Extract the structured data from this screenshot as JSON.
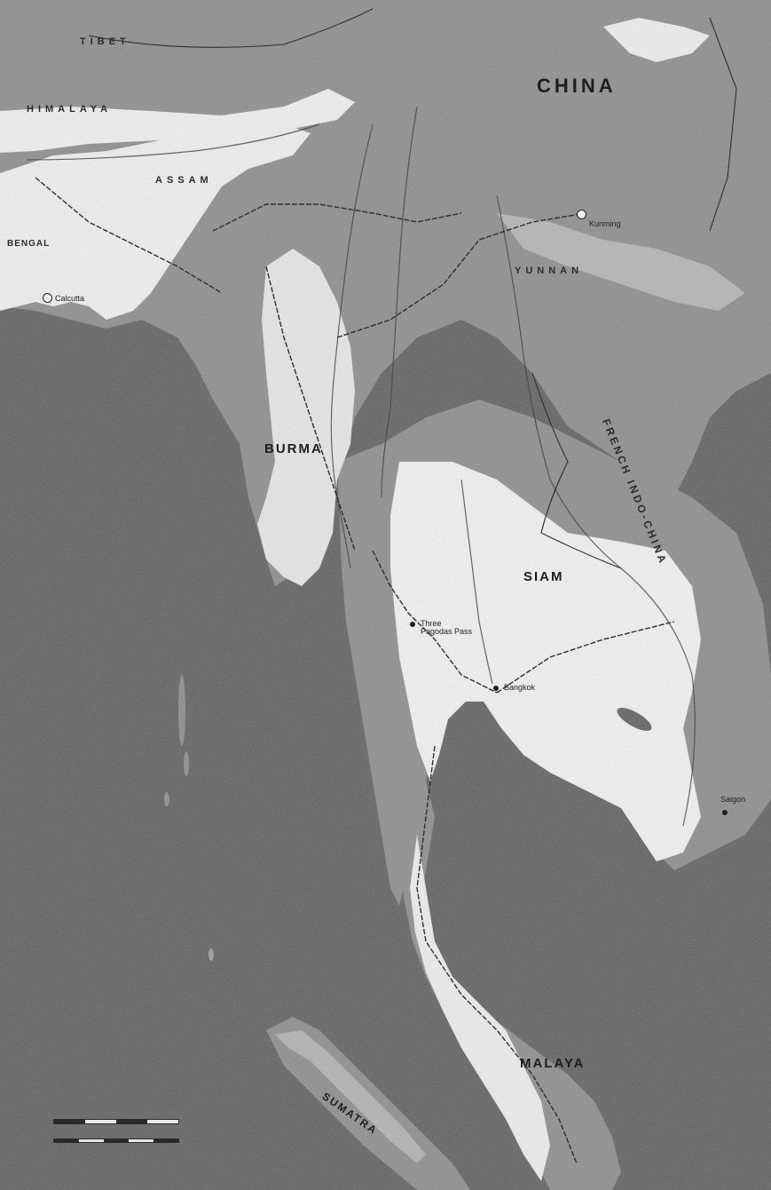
{
  "map": {
    "countries": {
      "china": "CHINA",
      "burma": "BURMA",
      "siam": "SIAM",
      "malaya": "MALAYA",
      "sumatra": "SUMATRA",
      "french_indochina": "FRENCH INDO-CHINA"
    },
    "regions": {
      "tibet": "TIBET",
      "himalaya": "HIMALAYA",
      "assam": "ASSAM",
      "yunnan": "YUNNAN",
      "bengal": "BENGAL"
    },
    "towns": {
      "calcutta": "Calcutta",
      "bangkok": "Bangkok",
      "saigon": "Saigon",
      "kunming": "Kunming",
      "three_pagodas_pass": "Three Pagodas Pass"
    },
    "colors": {
      "sea": "#5f5f5f",
      "land": "#8a8a8a",
      "lowland": "#f2f2f2",
      "highland": "#a9a9a9",
      "lines": "#1e1e1e"
    }
  }
}
